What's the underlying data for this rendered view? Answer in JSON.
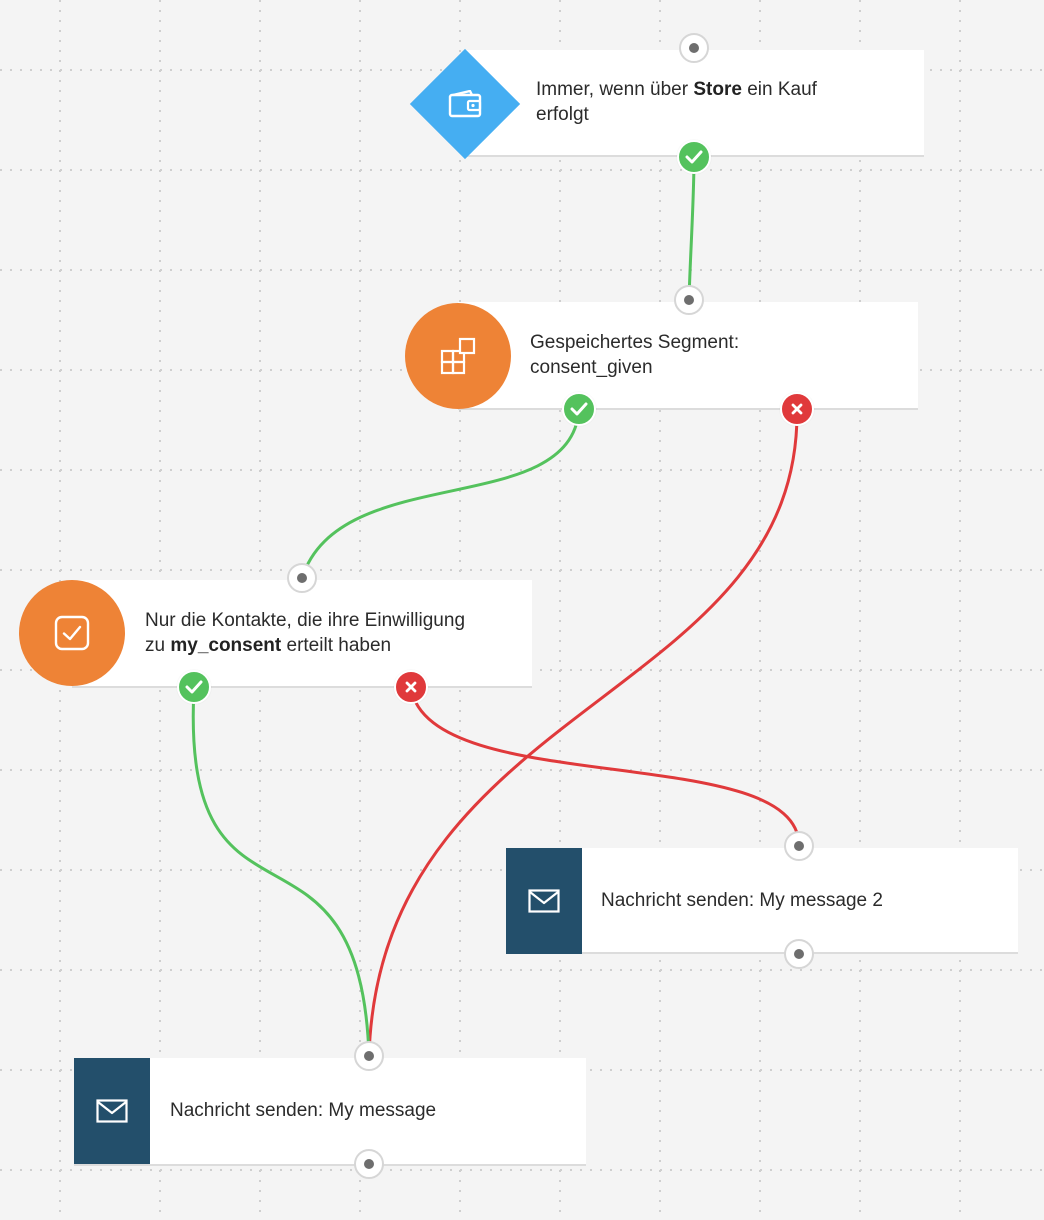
{
  "colors": {
    "success": "#54c25d",
    "failure": "#e0393b",
    "trigger_blue": "#45aef2",
    "condition_orange": "#ee8336",
    "action_navy": "#234f6b"
  },
  "nodes": {
    "trigger": {
      "icon": "wallet-icon",
      "text_before": "Immer, wenn über ",
      "text_bold": "Store",
      "text_after": " ein Kauf",
      "text_line2": "erfolgt"
    },
    "segment": {
      "icon": "segment-blocks-icon",
      "line1": "Gespeichertes Segment:",
      "line2": "consent_given"
    },
    "consent": {
      "icon": "checkbox-icon",
      "line1": "Nur die Kontakte, die ihre Einwilligung",
      "line2_prefix": "zu ",
      "line2_bold": "my_consent",
      "line2_suffix": " erteilt haben"
    },
    "message2": {
      "icon": "envelope-icon",
      "label": "Nachricht senden: My message 2"
    },
    "message1": {
      "icon": "envelope-icon",
      "label": "Nachricht senden: My message"
    }
  }
}
